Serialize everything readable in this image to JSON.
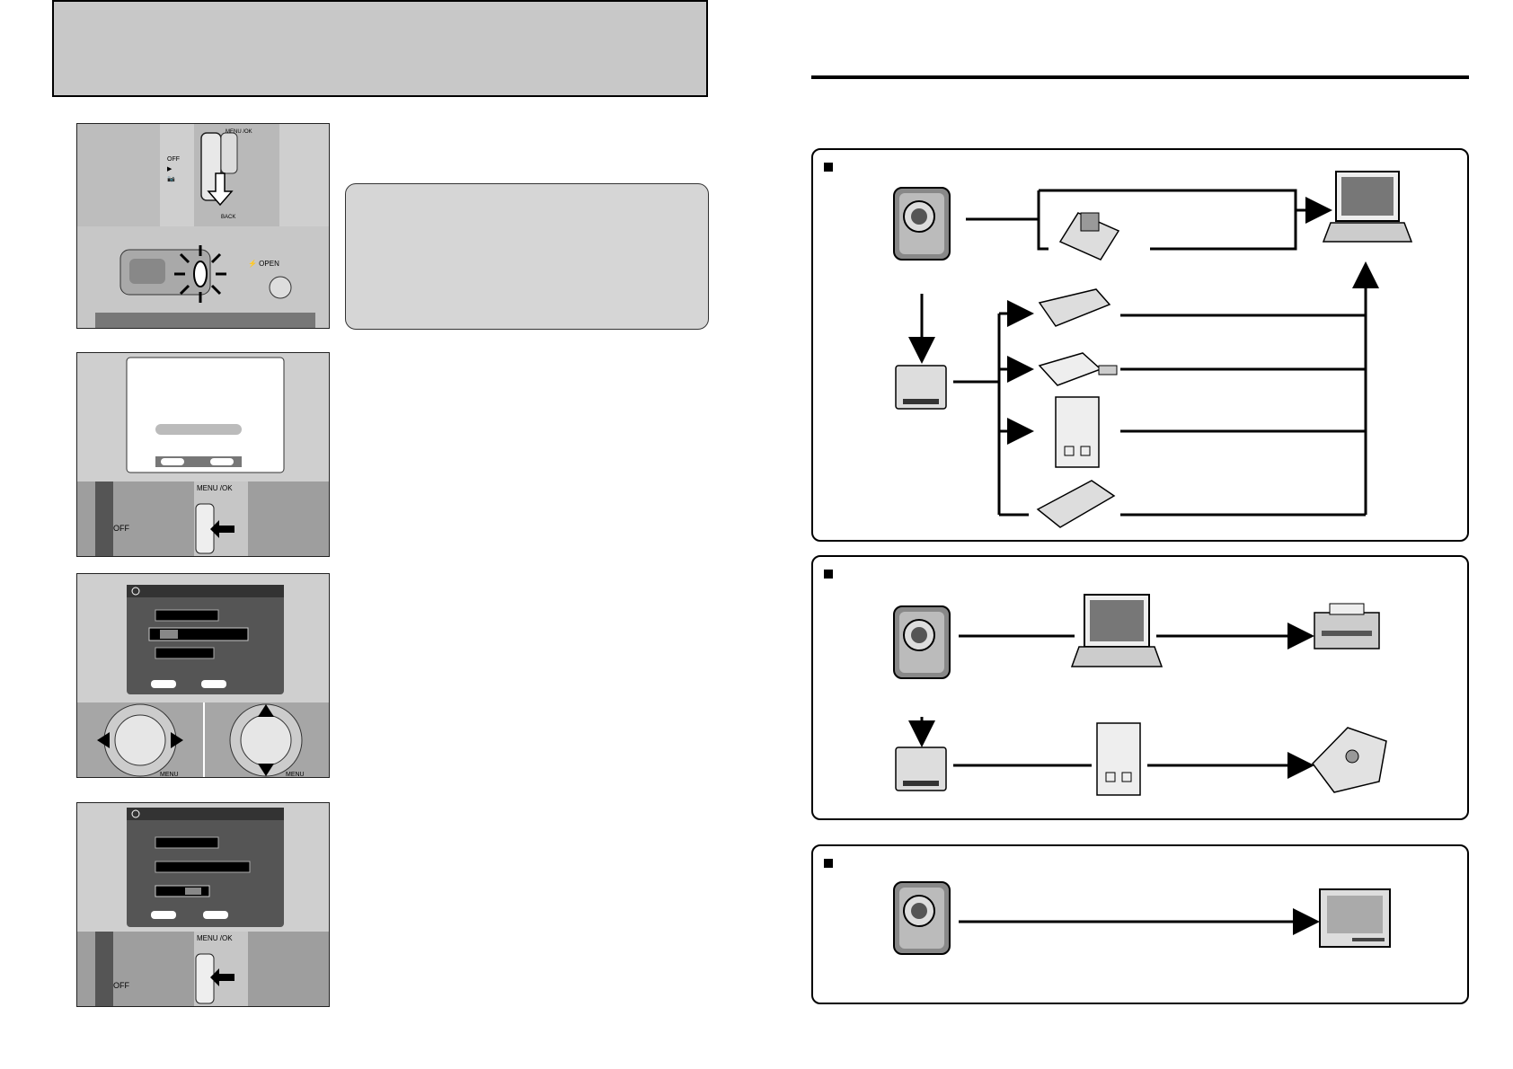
{
  "left_page": {
    "step1_photo": {
      "mode_labels": [
        "OFF",
        "▶",
        "📷"
      ],
      "button_labels": [
        "MENU /OK",
        "BACK"
      ],
      "flash_label": "⚡ OPEN"
    },
    "step2_photo": {
      "button_labels": [
        "MENU /OK",
        "OFF"
      ]
    },
    "step3_photo": {
      "button_labels": [
        "MENU"
      ]
    },
    "step4_photo": {
      "button_labels": [
        "MENU /OK",
        "OFF"
      ]
    }
  },
  "right_page": {
    "sections": [
      {
        "id": "pc"
      },
      {
        "id": "print"
      },
      {
        "id": "tv"
      }
    ]
  },
  "colors": {
    "panel_gray": "#c8c8c8",
    "note_gray": "#d6d6d6",
    "ink": "#000000"
  }
}
